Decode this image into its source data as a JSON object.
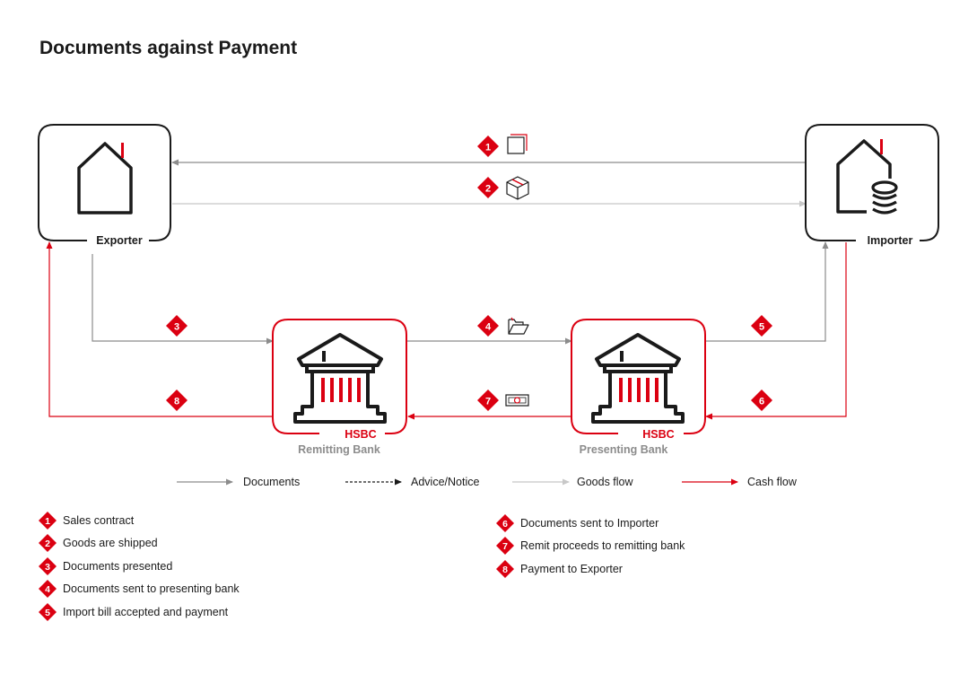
{
  "title": "Documents against Payment",
  "colors": {
    "red": "#db0011",
    "dark": "#1a1a1a",
    "gray_line": "#8c8c8c",
    "light_line": "#c8c8c8",
    "label_gray": "#8c8c8c"
  },
  "nodes": {
    "exporter": {
      "label": "Exporter",
      "icon": "house-icon"
    },
    "importer": {
      "label": "Importer",
      "icon": "house-coins-icon"
    },
    "remitting_bank": {
      "brand": "HSBC",
      "label": "Remitting Bank",
      "icon": "bank-icon"
    },
    "presenting_bank": {
      "brand": "HSBC",
      "label": "Presenting Bank",
      "icon": "bank-icon"
    }
  },
  "flow_badges": {
    "b1": "1",
    "b2": "2",
    "b3": "3",
    "b4": "4",
    "b5": "5",
    "b6": "6",
    "b7": "7",
    "b8": "8"
  },
  "flow_icons": {
    "b1": "contract-icon",
    "b2": "package-icon",
    "b4": "folder-icon",
    "b7": "banknote-icon"
  },
  "key": {
    "documents": "Documents",
    "advice": "Advice/Notice",
    "goods": "Goods flow",
    "cash": "Cash flow"
  },
  "steps_left": [
    {
      "num": "1",
      "text": "Sales contract"
    },
    {
      "num": "2",
      "text": "Goods are shipped"
    },
    {
      "num": "3",
      "text": "Documents presented"
    },
    {
      "num": "4",
      "text": "Documents sent to presenting bank"
    },
    {
      "num": "5",
      "text": "Import bill accepted and payment"
    }
  ],
  "steps_right": [
    {
      "num": "6",
      "text": "Documents sent to Importer"
    },
    {
      "num": "7",
      "text": "Remit proceeds to remitting bank"
    },
    {
      "num": "8",
      "text": "Payment to Exporter"
    }
  ]
}
